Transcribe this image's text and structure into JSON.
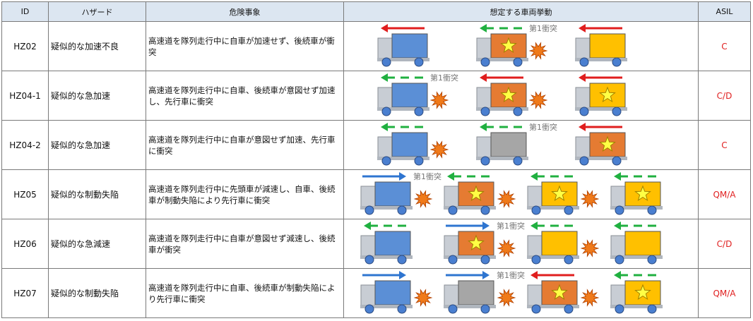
{
  "headers": {
    "id": "ID",
    "hazard": "ハザード",
    "event": "危険事象",
    "behavior": "想定する車両挙動",
    "asil": "ASIL"
  },
  "collision_label": "第1衝突",
  "colors": {
    "blue_vehicle": "#5b8fd6",
    "orange_vehicle": "#e57b32",
    "gray_vehicle": "#a6a6a6",
    "yellow_vehicle": "#ffc000",
    "red_arrow": "#e01e1e",
    "green_arrow": "#20b040",
    "blue_arrow": "#2e75d0",
    "burst": "#f07a1a",
    "asil_text": "#e02020"
  },
  "rows": [
    {
      "id": "HZ02",
      "hazard": "疑似的な加速不良",
      "event": "高速道を隊列走行中に自車が加速せず、後続車が衝突",
      "asil": "C",
      "vehicles": [
        {
          "color": "blue",
          "star": false,
          "arrow": "red",
          "arrow_style": "solid"
        },
        {
          "color": "orange",
          "star": true,
          "arrow": "green",
          "arrow_style": "dashed",
          "burst_after": true,
          "label_after": true
        },
        {
          "color": "yellow",
          "star": false,
          "arrow": "red",
          "arrow_style": "solid"
        }
      ]
    },
    {
      "id": "HZ04-1",
      "hazard": "疑似的な急加速",
      "event": "高速道を隊列走行中に自車、後続車が意図せず加速し、先行車に衝突",
      "asil": "C/D",
      "vehicles": [
        {
          "color": "blue",
          "star": false,
          "arrow": "green",
          "arrow_style": "dashed",
          "burst_after": true,
          "label_after": true
        },
        {
          "color": "orange",
          "star": true,
          "arrow": "red",
          "arrow_style": "solid",
          "burst_after": true
        },
        {
          "color": "yellow",
          "star": true,
          "arrow": "red",
          "arrow_style": "solid"
        }
      ]
    },
    {
      "id": "HZ04-2",
      "hazard": "疑似的な急加速",
      "event": "高速道を隊列走行中に自車が意図せず加速、先行車に衝突",
      "asil": "C",
      "vehicles": [
        {
          "color": "blue",
          "star": false,
          "arrow": "green",
          "arrow_style": "dashed",
          "burst_after": true
        },
        {
          "color": "gray",
          "star": false,
          "arrow": "green",
          "arrow_style": "dashed",
          "label_after": true
        },
        {
          "color": "orange",
          "star": true,
          "arrow": "red",
          "arrow_style": "solid"
        }
      ]
    },
    {
      "id": "HZ05",
      "hazard": "疑似的な制動失陥",
      "event": "高速道を隊列走行中に先頭車が減速し、自車、後続車が制動失陥により先行車に衝突",
      "asil": "QM/A",
      "vehicles": [
        {
          "color": "blue",
          "star": false,
          "arrow": "blue",
          "arrow_style": "right",
          "burst_after": true,
          "label_after": true
        },
        {
          "color": "orange",
          "star": true,
          "arrow": "green",
          "arrow_style": "dashed",
          "burst_after": true
        },
        {
          "color": "yellow",
          "star": true,
          "arrow": "green",
          "arrow_style": "dashed",
          "burst_after": true
        },
        {
          "color": "yellow",
          "star": true,
          "arrow": "green",
          "arrow_style": "dashed"
        }
      ]
    },
    {
      "id": "HZ06",
      "hazard": "疑似的な急減速",
      "event": "高速道を隊列走行中に自車が意図せず減速し、後続車が衝突",
      "asil": "C/D",
      "vehicles": [
        {
          "color": "blue",
          "star": false,
          "arrow": "green",
          "arrow_style": "dashed"
        },
        {
          "color": "orange",
          "star": true,
          "arrow": "blue",
          "arrow_style": "right",
          "burst_after": true,
          "label_after": true
        },
        {
          "color": "yellow",
          "star": false,
          "arrow": "green",
          "arrow_style": "dashed",
          "burst_after": true
        },
        {
          "color": "yellow",
          "star": false,
          "arrow": "green",
          "arrow_style": "dashed"
        }
      ]
    },
    {
      "id": "HZ07",
      "hazard": "疑似的な制動失陥",
      "event": "高速道を隊列走行中に自車、後続車が制動失陥により先行車に衝突",
      "asil": "QM/A",
      "vehicles": [
        {
          "color": "blue",
          "star": false,
          "arrow": "blue",
          "arrow_style": "right",
          "burst_after": true
        },
        {
          "color": "gray",
          "star": false,
          "arrow": "blue",
          "arrow_style": "right",
          "burst_after": true,
          "label_after": true
        },
        {
          "color": "orange",
          "star": true,
          "arrow": "red",
          "arrow_style": "solid",
          "burst_after": true
        },
        {
          "color": "yellow",
          "star": true,
          "arrow": "green",
          "arrow_style": "dashed"
        }
      ]
    }
  ]
}
